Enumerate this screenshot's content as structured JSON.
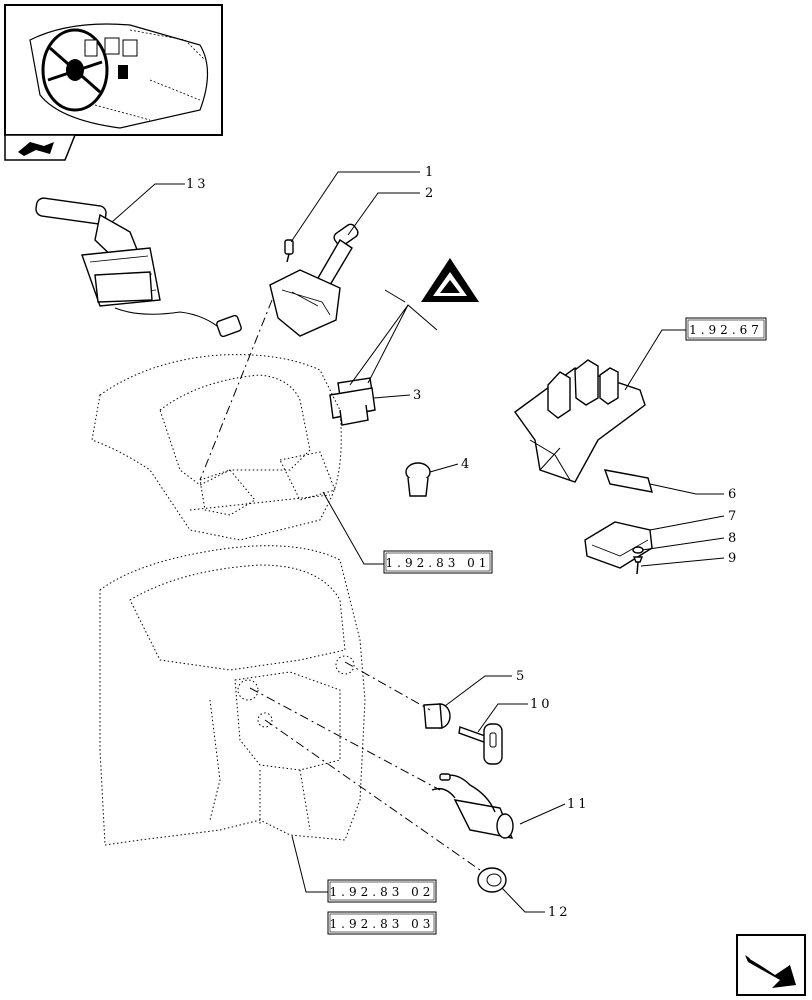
{
  "callouts": [
    "1",
    "2",
    "3",
    "4",
    "5",
    "6",
    "7",
    "8",
    "9",
    "10",
    "11",
    "12",
    "13"
  ],
  "refs": {
    "r1": "1.92.83 01",
    "r2": "1.92.67",
    "r3": "1.92.83 02",
    "r4": "1.92.83 03"
  },
  "icons": {
    "warning": "warning-triangle-icon",
    "book": "book-icon",
    "next": "next-page-arrow-icon"
  }
}
